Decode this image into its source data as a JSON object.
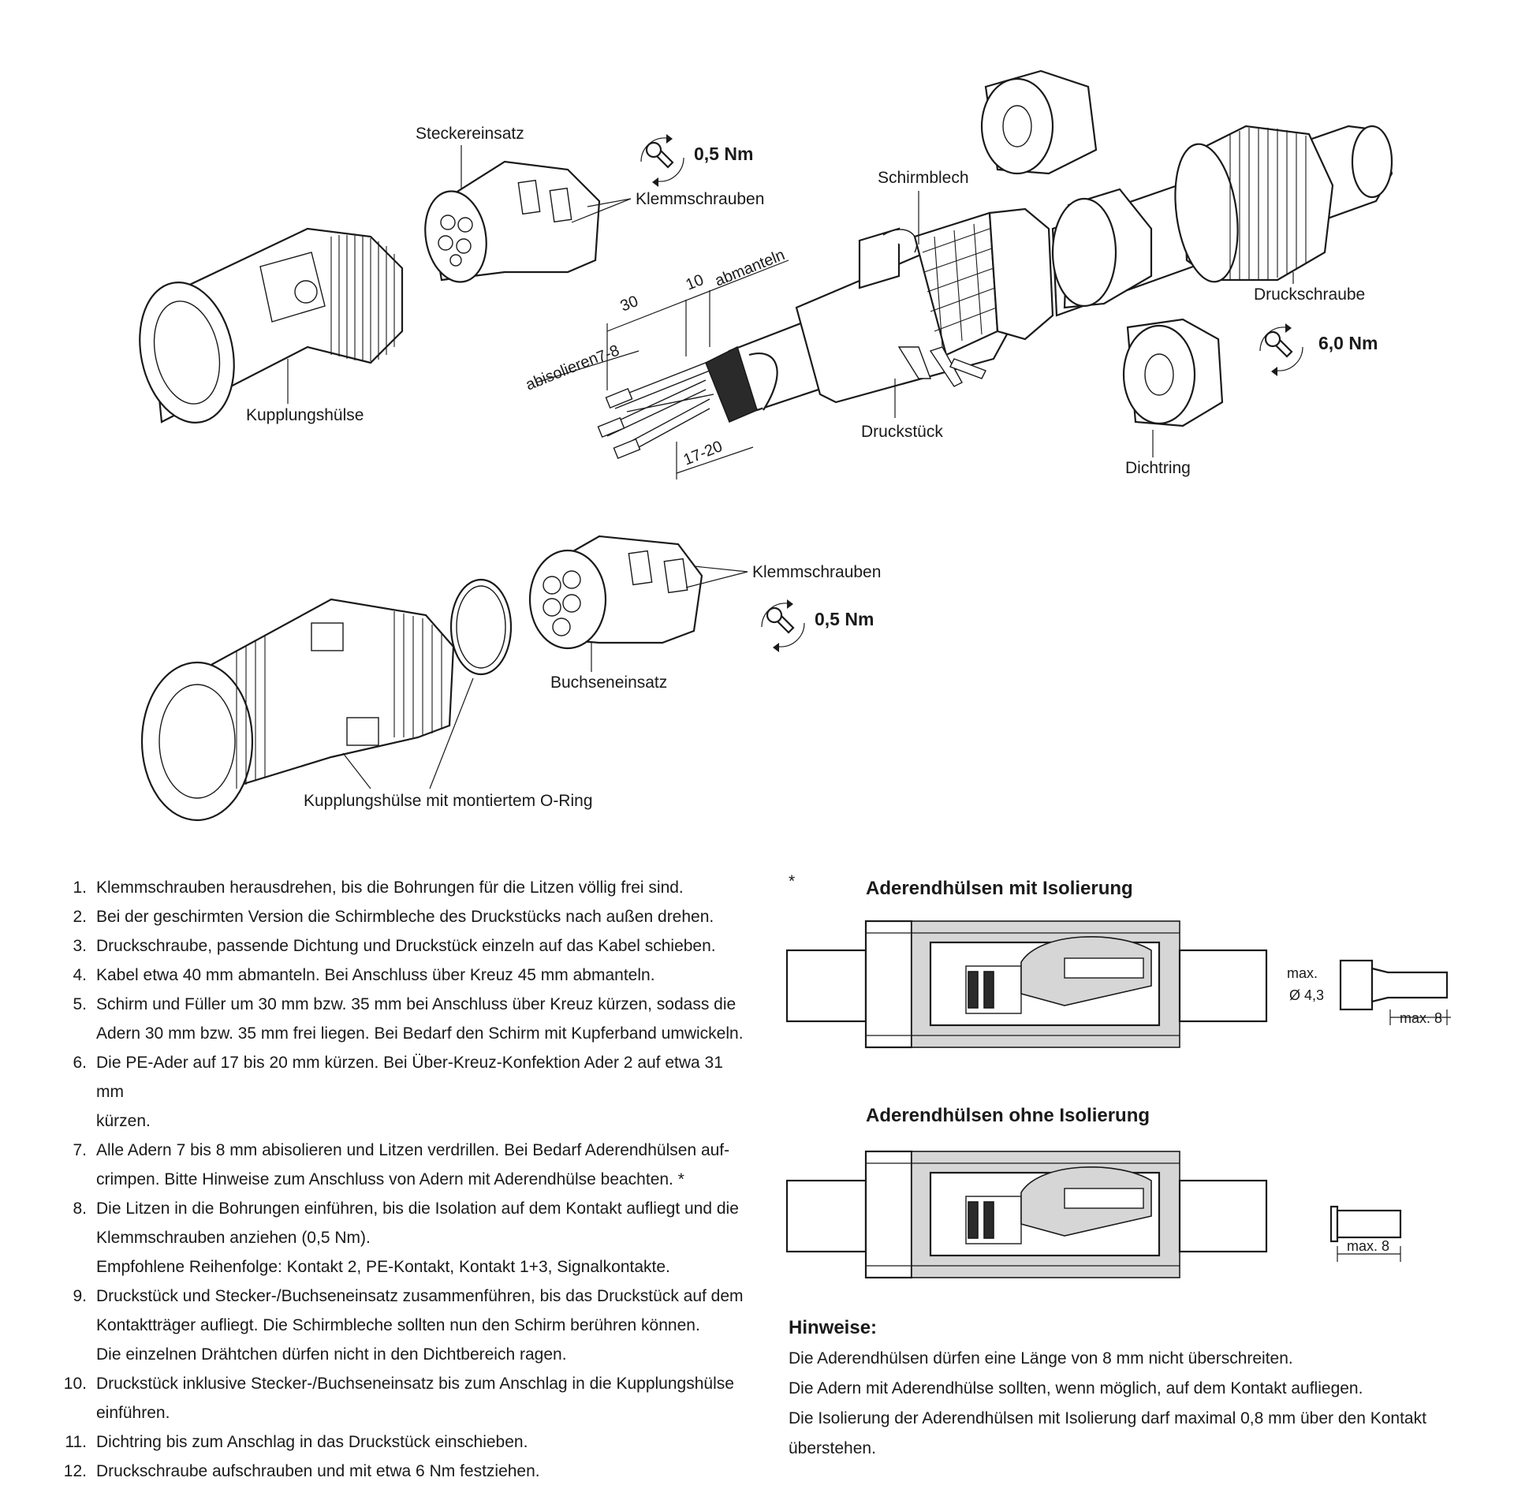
{
  "labels": {
    "steckereinsatz": "Steckereinsatz",
    "klemmschrauben_top": "Klemmschrauben",
    "torque_top": "0,5 Nm",
    "schirmblech": "Schirmblech",
    "kupplungshuelse": "Kupplungshülse",
    "druckschraube": "Druckschraube",
    "torque_druck": "6,0 Nm",
    "druckstueck": "Druckstück",
    "dichtring": "Dichtring",
    "klemmschrauben_bottom": "Klemmschrauben",
    "torque_bottom": "0,5 Nm",
    "buchseneinsatz": "Buchseneinsatz",
    "kupplungshuelse_oring": "Kupplungshülse mit montiertem O-Ring"
  },
  "dimensions": {
    "d30": "30",
    "d10": "10",
    "abmanteln": "abmanteln",
    "d7_8": "7-8",
    "abisolieren": "abisolieren",
    "d17_20": "17-20"
  },
  "aderendhuelsen": {
    "star": "*",
    "mit_title": "Aderendhülsen mit Isolierung",
    "ohne_title": "Aderendhülsen ohne Isolierung",
    "max_label": "max.",
    "diameter_label": "Ø 4,3",
    "max8_mit": "max. 8",
    "max8_ohne": "max. 8"
  },
  "instructions": [
    {
      "num": "1.",
      "lines": [
        "Klemmschrauben herausdrehen, bis die Bohrungen für die Litzen völlig frei sind."
      ]
    },
    {
      "num": "2.",
      "lines": [
        "Bei der geschirmten Version die Schirmbleche des Druckstücks nach außen drehen."
      ]
    },
    {
      "num": "3.",
      "lines": [
        "Druckschraube, passende Dichtung und Druckstück einzeln auf das Kabel schieben."
      ]
    },
    {
      "num": "4.",
      "lines": [
        "Kabel etwa 40 mm abmanteln. Bei Anschluss über Kreuz 45 mm abmanteln."
      ]
    },
    {
      "num": "5.",
      "lines": [
        "Schirm und Füller um 30 mm bzw. 35 mm bei Anschluss über Kreuz kürzen, sodass die",
        "Adern 30 mm bzw. 35 mm frei liegen. Bei Bedarf den Schirm mit Kupferband umwickeln."
      ]
    },
    {
      "num": "6.",
      "lines": [
        "Die PE-Ader auf 17 bis 20 mm kürzen. Bei Über-Kreuz-Konfektion Ader 2 auf etwa 31 mm",
        "kürzen."
      ]
    },
    {
      "num": "7.",
      "lines": [
        "Alle Adern 7 bis 8 mm abisolieren und Litzen verdrillen. Bei Bedarf Aderendhülsen auf-",
        "crimpen. Bitte Hinweise zum Anschluss von Adern mit Aderendhülse beachten. *"
      ]
    },
    {
      "num": "8.",
      "lines": [
        "Die Litzen in die Bohrungen einführen, bis die Isolation auf dem Kontakt aufliegt und die",
        "Klemmschrauben anziehen (0,5 Nm).",
        "Empfohlene Reihenfolge: Kontakt 2, PE-Kontakt, Kontakt 1+3, Signalkontakte."
      ]
    },
    {
      "num": "9.",
      "lines": [
        "Druckstück und Stecker-/Buchseneinsatz zusammenführen, bis das Druckstück auf dem",
        "Kontaktträger aufliegt. Die Schirmbleche sollten nun den Schirm berühren können.",
        "Die einzelnen Drähtchen dürfen nicht in den Dichtbereich ragen."
      ]
    },
    {
      "num": "10.",
      "lines": [
        "Druckstück inklusive Stecker-/Buchseneinsatz bis zum Anschlag in die Kupplungshülse einführen."
      ]
    },
    {
      "num": "11.",
      "lines": [
        "Dichtring bis zum Anschlag in das Druckstück einschieben."
      ]
    },
    {
      "num": "12.",
      "lines": [
        "Druckschraube aufschrauben und mit etwa 6 Nm festziehen."
      ]
    }
  ],
  "hinweise": {
    "title": "Hinweise:",
    "lines": [
      "Die Aderendhülsen dürfen eine Länge von 8 mm nicht überschreiten.",
      "Die Adern mit Aderendhülse sollten, wenn möglich, auf dem Kontakt aufliegen.",
      "Die Isolierung der Aderendhülsen mit Isolierung darf maximal 0,8 mm über den Kontakt überstehen."
    ]
  }
}
